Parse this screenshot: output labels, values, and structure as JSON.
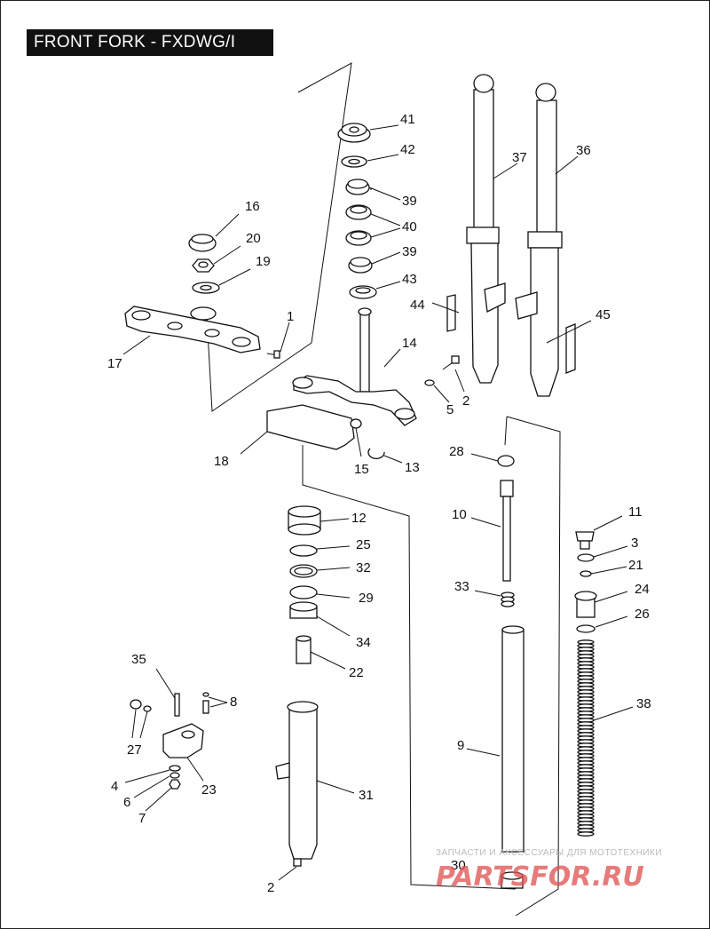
{
  "title": "FRONT FORK - FXDWG/I",
  "labels": {
    "p1": "1",
    "p2a": "2",
    "p2b": "2",
    "p3": "3",
    "p4": "4",
    "p5": "5",
    "p6": "6",
    "p7": "7",
    "p8": "8",
    "p9": "9",
    "p10": "10",
    "p11": "11",
    "p12": "12",
    "p13": "13",
    "p14": "14",
    "p15": "15",
    "p16": "16",
    "p17": "17",
    "p18": "18",
    "p19": "19",
    "p20": "20",
    "p21": "21",
    "p22": "22",
    "p23": "23",
    "p24": "24",
    "p25": "25",
    "p26": "26",
    "p27": "27",
    "p28": "28",
    "p29": "29",
    "p30": "30",
    "p31": "31",
    "p32": "32",
    "p33": "33",
    "p34": "34",
    "p35": "35",
    "p36": "36",
    "p37": "37",
    "p38": "38",
    "p39a": "39",
    "p39b": "39",
    "p40": "40",
    "p41": "41",
    "p42": "42",
    "p43": "43",
    "p44": "44",
    "p45": "45"
  },
  "watermark": {
    "line1": "ЗАПЧАСТИ И АКСЕССУАРЫ ДЛЯ МОТОТЕХНИКИ",
    "line2": "PARTSFOR.RU"
  }
}
